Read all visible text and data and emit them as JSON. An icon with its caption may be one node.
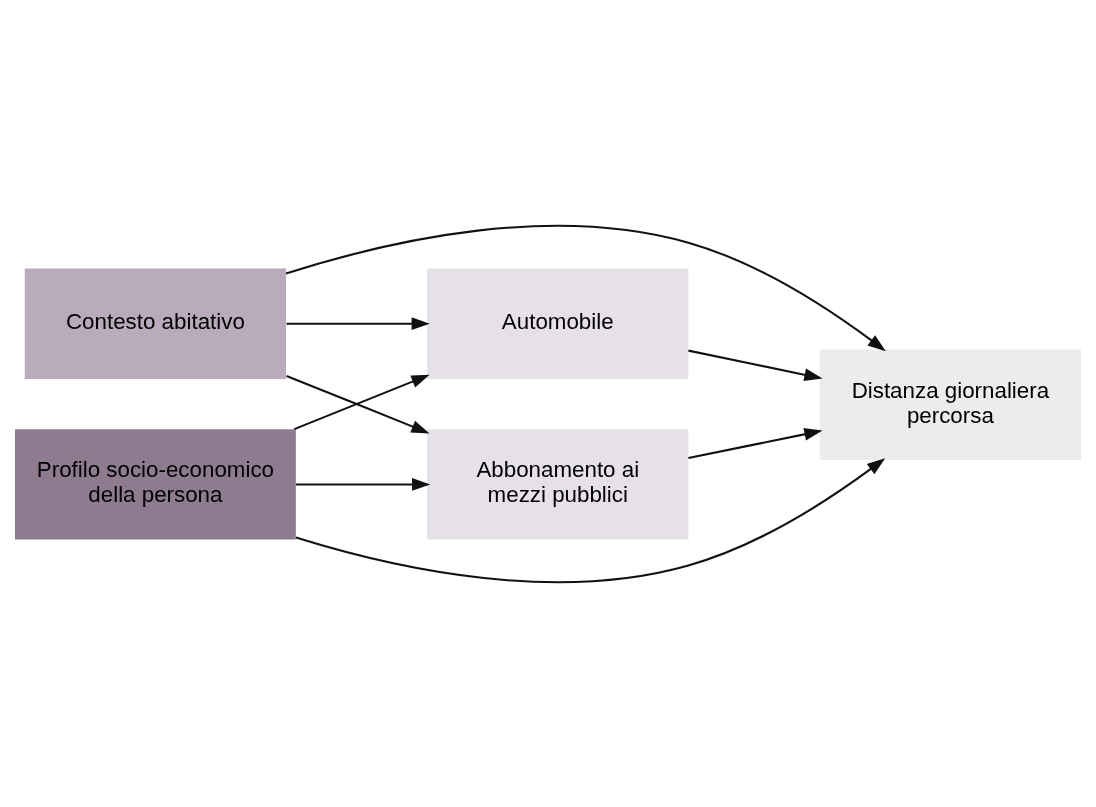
{
  "diagram": {
    "nodes": [
      {
        "text": [
          "Contesto abitativo"
        ]
      },
      {
        "text": [
          "Automobile"
        ]
      },
      {
        "text": [
          "Abbonamento ai mezzi pubblici"
        ]
      },
      {
        "text": [
          "Distanza giornaliera percorsa"
        ]
      },
      {
        "text": [
          "Profilo socio-economico della persona"
        ]
      }
    ],
    "edges": [
      {
        "from": 0,
        "to": 1,
        "arrow": "to"
      },
      {
        "from": 0,
        "to": 2,
        "arrow": "to"
      },
      {
        "from": 0,
        "to": 3,
        "arrow": "to"
      },
      {
        "from": 4,
        "to": 1,
        "arrow": "to"
      },
      {
        "from": 4,
        "to": 2,
        "arrow": "to"
      },
      {
        "from": 1,
        "to": 3,
        "arrow": "to"
      },
      {
        "from": 2,
        "to": 3,
        "arrow": "to"
      },
      {
        "from": 4,
        "to": 3,
        "arrow": "to"
      }
    ]
  }
}
